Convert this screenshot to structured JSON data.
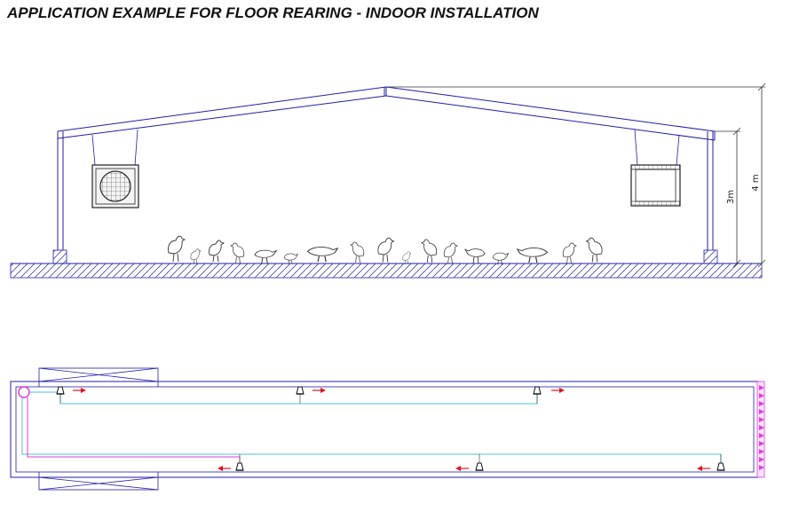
{
  "title": "APPLICATION EXAMPLE FOR FLOOR REARING - INDOOR INSTALLATION",
  "dimensions": {
    "total_height_label": "4 m",
    "wall_height_label": "3m"
  },
  "colors": {
    "structure": "#1f1fa8",
    "pipe": "#4ec2d4",
    "arrow": "#e0141e",
    "pad": "#e33be0",
    "line": "#333333"
  },
  "icons": {
    "fan": "exhaust-fan-icon",
    "cooling": "cooling-unit-icon",
    "bird": "chicken-icon",
    "nozzle": "fogging-nozzle-icon",
    "flow": "airflow-arrow-icon"
  }
}
